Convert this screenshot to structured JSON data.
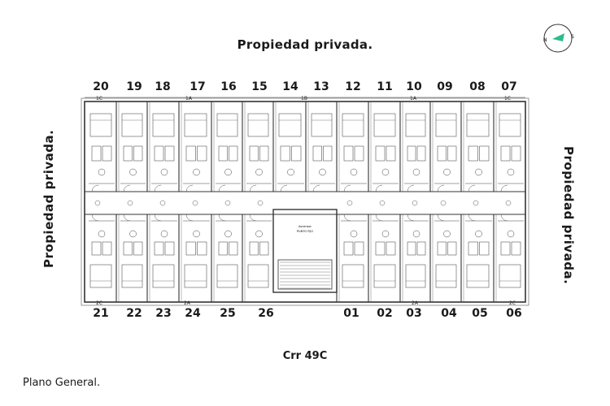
{
  "labels": {
    "top": "Propiedad privada.",
    "left": "Propiedad privada.",
    "right": "Propiedad privada.",
    "street": "Crr 49C",
    "plan_title": "Plano General."
  },
  "compass": {
    "north": "N",
    "south": "S",
    "accent": "#2dbb8a"
  },
  "units_top": [
    "20",
    "19",
    "18",
    "17",
    "16",
    "15",
    "14",
    "13",
    "12",
    "11",
    "10",
    "09",
    "08",
    "07"
  ],
  "units_bottom": [
    "21",
    "22",
    "23",
    "24",
    "25",
    "26",
    "01",
    "02",
    "03",
    "04",
    "05",
    "06"
  ],
  "types_top": [
    "1C",
    "1A",
    "1B",
    "1A",
    "1C"
  ],
  "types_bottom": [
    "2C",
    "2A",
    "2A",
    "2C"
  ],
  "core_text": {
    "a": "Ascensor",
    "b": "PUNTO FIJO"
  }
}
